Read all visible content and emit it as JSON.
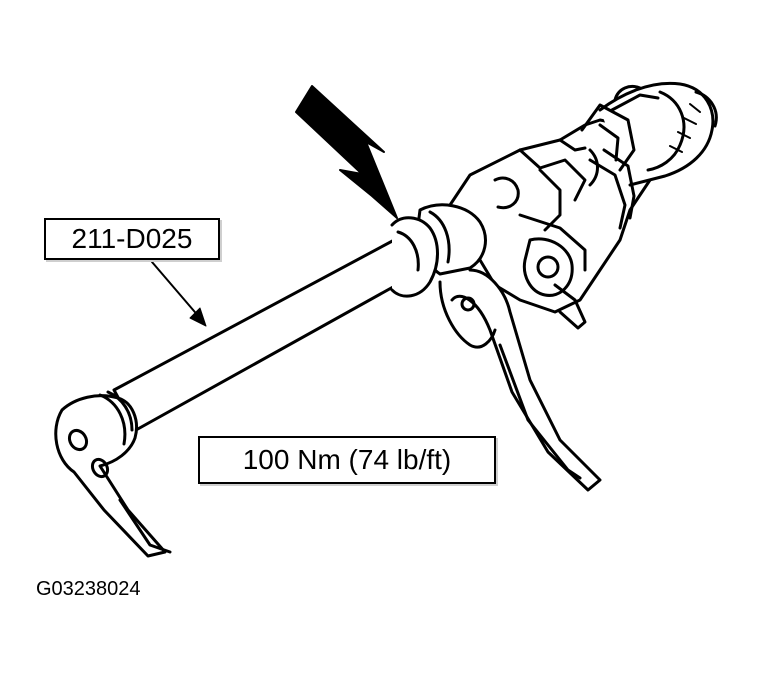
{
  "callouts": {
    "tool_number": "211-D025",
    "torque_spec": "100 Nm (74 lb/ft)"
  },
  "figure_id": "G03238024",
  "colors": {
    "ink": "#000000",
    "paper": "#ffffff",
    "shadow": "#cfcfcf"
  },
  "icons": {
    "pointer": "direction-arrow-icon"
  }
}
